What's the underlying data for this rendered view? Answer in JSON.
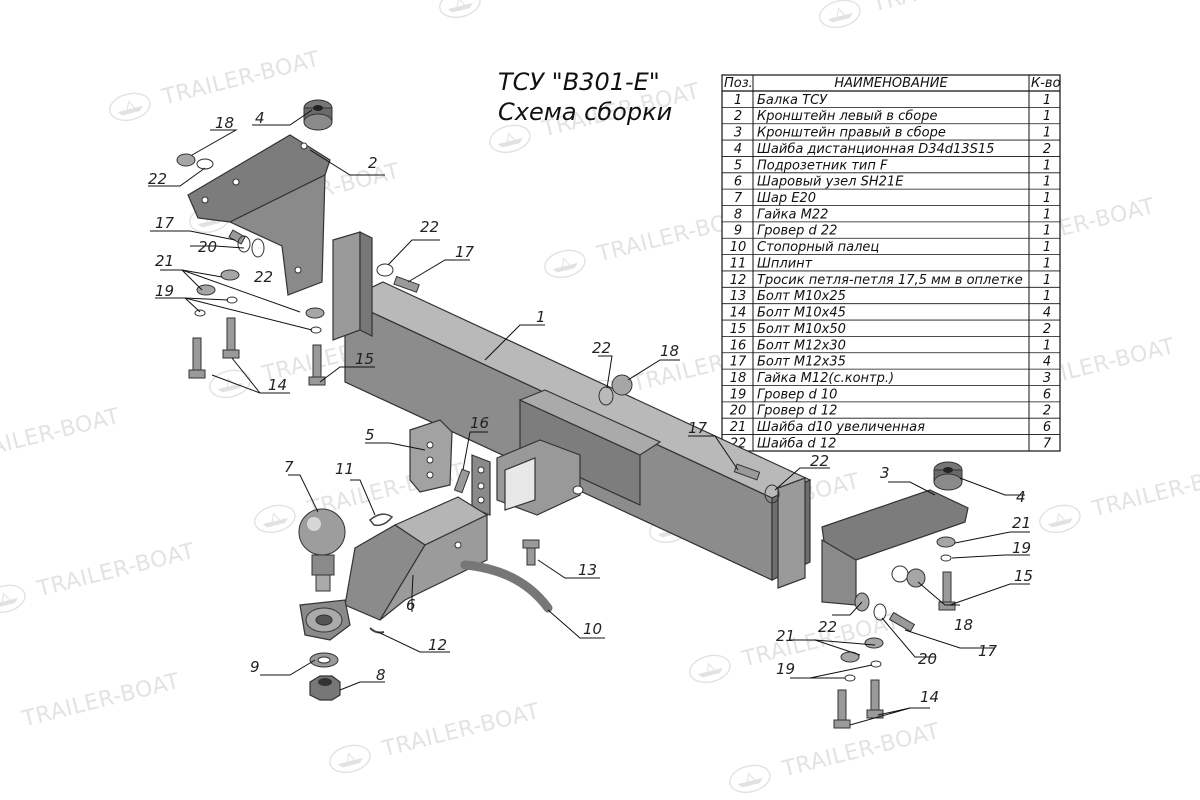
{
  "watermark": {
    "brand": "TRAILER-BOAT"
  },
  "title": {
    "line1": "ТСУ \"В301-Е\"",
    "line2": "Схема сборки"
  },
  "table": {
    "headers": {
      "pos": "Поз.",
      "name": "НАИМЕНОВАНИЕ",
      "qty": "К-во"
    },
    "rows": [
      {
        "pos": "1",
        "name": "Балка ТСУ",
        "qty": "1"
      },
      {
        "pos": "2",
        "name": "Кронштейн левый в сборе",
        "qty": "1"
      },
      {
        "pos": "3",
        "name": "Кронштейн правый в сборе",
        "qty": "1"
      },
      {
        "pos": "4",
        "name": "Шайба дистанционная D34d13S15",
        "qty": "2"
      },
      {
        "pos": "5",
        "name": "Подрозетник тип F",
        "qty": "1"
      },
      {
        "pos": "6",
        "name": "Шаровый узел SH21E",
        "qty": "1"
      },
      {
        "pos": "7",
        "name": "Шар E20",
        "qty": "1"
      },
      {
        "pos": "8",
        "name": "Гайка М22",
        "qty": "1"
      },
      {
        "pos": "9",
        "name": "Гровер d 22",
        "qty": "1"
      },
      {
        "pos": "10",
        "name": "Стопорный палец",
        "qty": "1"
      },
      {
        "pos": "11",
        "name": "Шплинт",
        "qty": "1"
      },
      {
        "pos": "12",
        "name": "Тросик петля-петля 17,5 мм в оплетке",
        "qty": "1"
      },
      {
        "pos": "13",
        "name": "Болт М10х25",
        "qty": "1"
      },
      {
        "pos": "14",
        "name": "Болт М10х45",
        "qty": "4"
      },
      {
        "pos": "15",
        "name": "Болт М10х50",
        "qty": "2"
      },
      {
        "pos": "16",
        "name": "Болт М12х30",
        "qty": "1"
      },
      {
        "pos": "17",
        "name": "Болт М12х35",
        "qty": "4"
      },
      {
        "pos": "18",
        "name": "Гайка М12(с.контр.)",
        "qty": "3"
      },
      {
        "pos": "19",
        "name": "Гровер d 10",
        "qty": "6"
      },
      {
        "pos": "20",
        "name": "Гровер d 12",
        "qty": "2"
      },
      {
        "pos": "21",
        "name": "Шайба d10 увеличенная",
        "qty": "6"
      },
      {
        "pos": "22",
        "name": "Шайба d 12",
        "qty": "7"
      }
    ]
  },
  "callouts": [
    "18",
    "4",
    "2",
    "22",
    "17",
    "20",
    "21",
    "22",
    "19",
    "14",
    "15",
    "22",
    "17",
    "1",
    "18",
    "22",
    "5",
    "16",
    "7",
    "11",
    "13",
    "10",
    "6",
    "12",
    "9",
    "8",
    "17",
    "22",
    "3",
    "4",
    "21",
    "19",
    "15",
    "22",
    "18",
    "17",
    "20",
    "21",
    "19",
    "14"
  ]
}
